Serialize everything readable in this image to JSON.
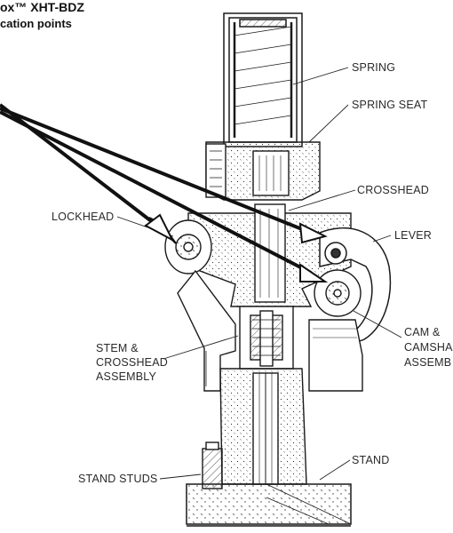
{
  "header": {
    "title": "ox™ XHT-BDZ",
    "subtitle": "cation points"
  },
  "labels": {
    "spring": "SPRING",
    "spring_seat": "SPRING SEAT",
    "crosshead": "CROSSHEAD",
    "lockhead": "LOCKHEAD",
    "lever": "LEVER",
    "cam_line1": "CAM &",
    "cam_line2": "CAMSHA",
    "cam_line3": "ASSEMB",
    "stem_line1": "STEM &",
    "stem_line2": "CROSSHEAD",
    "stem_line3": "ASSEMBLY",
    "stand": "STAND",
    "stand_studs": "STAND STUDS"
  },
  "colors": {
    "ink": "#1a1a1a",
    "label_text": "#2a2a2a",
    "background": "#ffffff"
  }
}
